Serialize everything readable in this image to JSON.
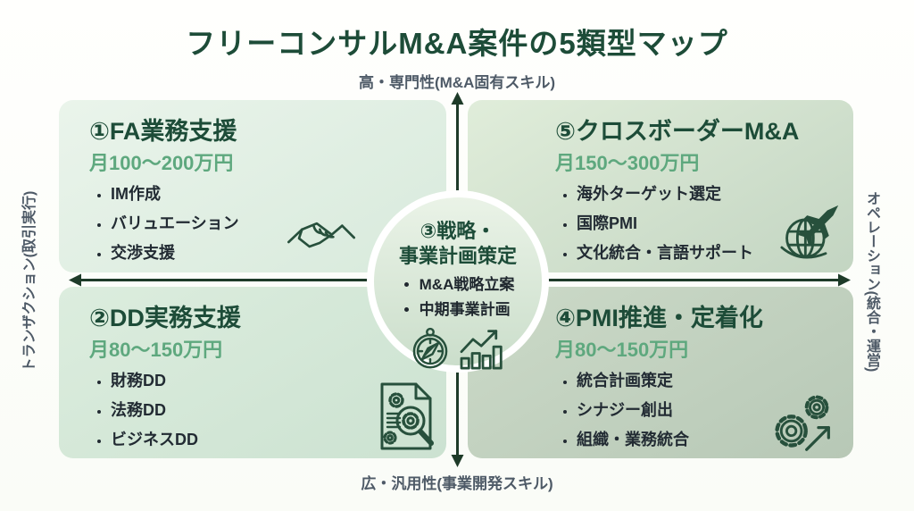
{
  "title": "フリーコンサルM&A案件の5類型マップ",
  "axes": {
    "top": "高・専門性(M&A固有スキル)",
    "bottom": "広・汎用性(事業開発スキル)",
    "left": "トランザクション(取引実行)",
    "right": "オペレーション(統合・運営)"
  },
  "quadrants": {
    "fa": {
      "title": "①FA業務支援",
      "price": "月100〜200万円",
      "items": [
        "IM作成",
        "バリュエーション",
        "交渉支援"
      ],
      "icon": "handshake-icon"
    },
    "cross_border": {
      "title": "⑤クロスボーダーM&A",
      "price": "月150〜300万円",
      "items": [
        "海外ターゲット選定",
        "国際PMI",
        "文化統合・言語サポート"
      ],
      "icon": "globe-plane-icon"
    },
    "dd": {
      "title": "②DD実務支援",
      "price": "月80〜150万円",
      "items": [
        "財務DD",
        "法務DD",
        "ビジネスDD"
      ],
      "icon": "document-search-icon"
    },
    "pmi": {
      "title": "④PMI推進・定着化",
      "price": "月80〜150万円",
      "items": [
        "統合計画策定",
        "シナジー創出",
        "組織・業務統合"
      ],
      "icon": "gears-arrow-icon"
    }
  },
  "center": {
    "title": "③戦略・\n事業計画策定",
    "items": [
      "M&A戦略立案",
      "中期事業計画"
    ],
    "icons": [
      "compass-icon",
      "growth-chart-icon"
    ]
  },
  "colors": {
    "heading": "#1d4c38",
    "price": "#5ea87e",
    "body_text": "#222b33",
    "axis_line": "#1e3b29",
    "axis_label": "#4e5a67",
    "icon_stroke": "#27503c"
  }
}
